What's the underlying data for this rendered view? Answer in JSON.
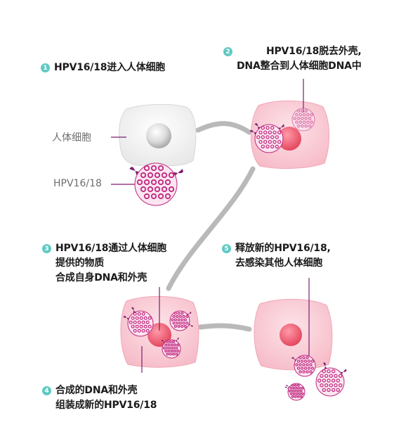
{
  "steps": [
    {
      "num": "1",
      "lines": [
        "HPV16/18进入人体细胞"
      ]
    },
    {
      "num": "2",
      "lines": [
        "HPV16/18脱去外壳,",
        "DNA整合到人体细胞DNA中"
      ]
    },
    {
      "num": "3",
      "lines": [
        "HPV16/18通过人体细胞",
        "提供的物质",
        "合成自身DNA和外壳"
      ]
    },
    {
      "num": "4",
      "lines": [
        "合成的DNA和外壳",
        "组装成新的HPV16/18"
      ]
    },
    {
      "num": "5",
      "lines": [
        "释放新的HPV16/18,",
        "去感染其他人体细胞"
      ]
    }
  ],
  "labels": {
    "cell": "人体细胞",
    "virus": "HPV16/18"
  },
  "colors": {
    "accent": "#5fc9c3",
    "virus": "#c0267e",
    "spike": "#7a1f6e",
    "infected_cell": "#f9c9d2",
    "nucleus": "#ee5f75",
    "healthy_cell": "#f2f2f2",
    "connector": "#b9b9b9"
  }
}
